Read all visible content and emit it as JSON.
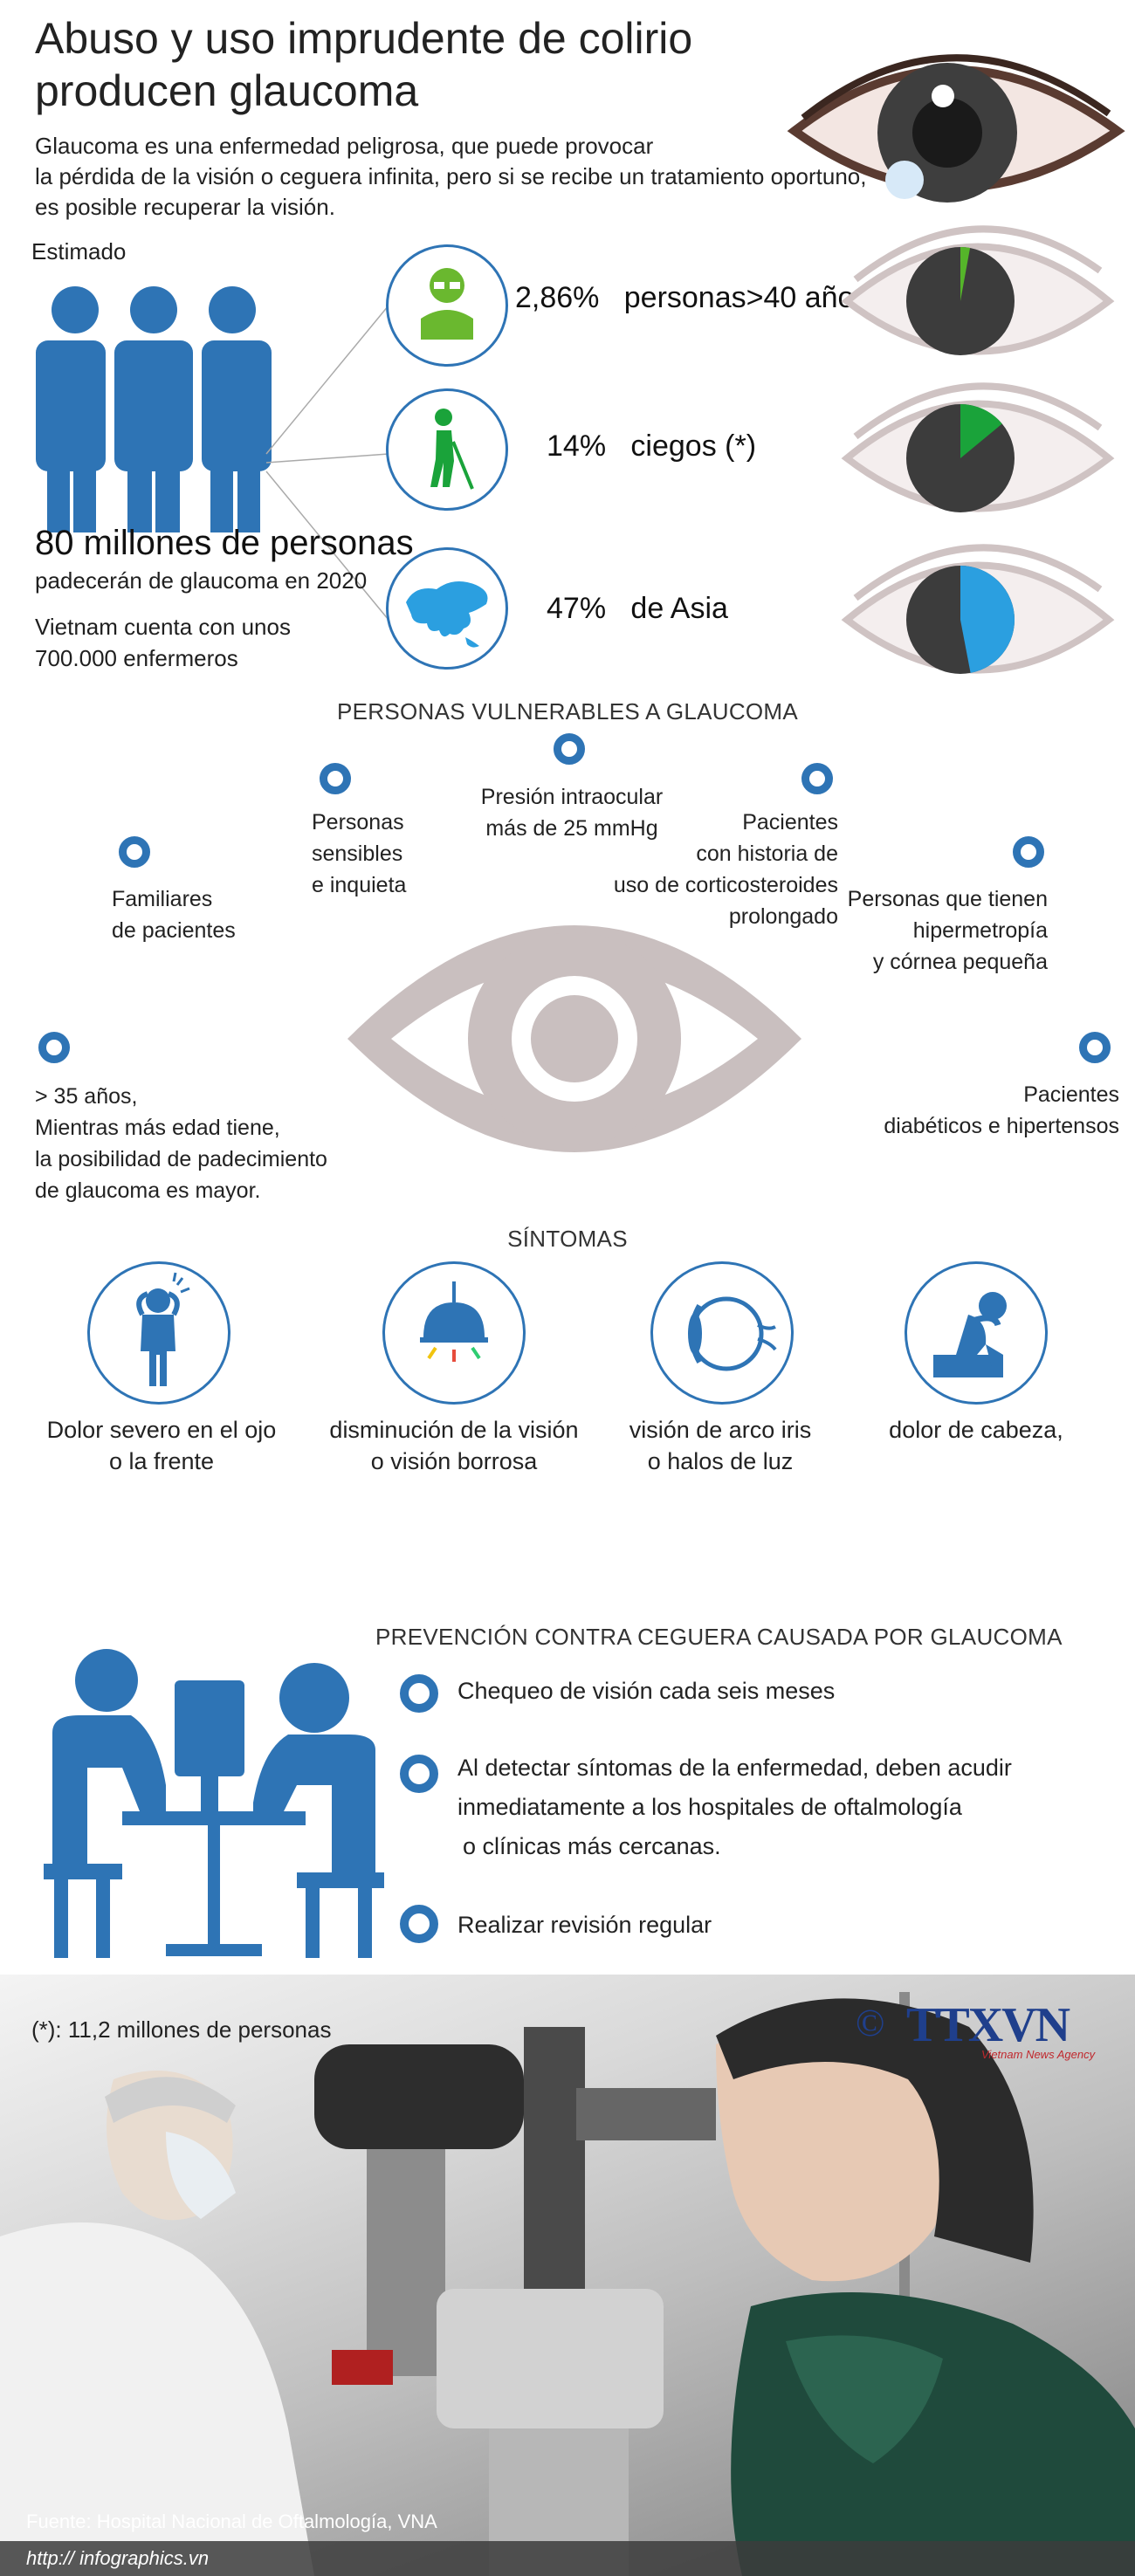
{
  "header": {
    "title_line1": "Abuso y uso imprudente de colirio",
    "title_line2": "producen glaucoma",
    "intro_line1": "Glaucoma es una enfermedad peligrosa, que puede provocar",
    "intro_line2": "la pérdida de la visión o ceguera infinita, pero si se recibe un tratamiento oportuno,",
    "intro_line3": "es posible recuperar la visión."
  },
  "estimate": {
    "label": "Estimado",
    "big_number": "80 millones de personas",
    "big_sub": "padecerán de glaucoma en 2020",
    "vietnam_line1": "Vietnam cuenta con unos",
    "vietnam_line2": "700.000 enfermeros"
  },
  "stats": [
    {
      "value": "2,86%",
      "text": "personas>40 años",
      "fraction": 0.0286,
      "color": "#55b52a"
    },
    {
      "value": "14%",
      "text": "ciegos (*)",
      "fraction": 0.14,
      "color": "#1aa33a"
    },
    {
      "value": "47%",
      "text": "de Asia",
      "fraction": 0.47,
      "color": "#2b9fe0"
    }
  ],
  "vulnerable": {
    "title": "PERSONAS VULNERABLES A GLAUCOMA",
    "items": {
      "pressure_l1": "Presión intraocular",
      "pressure_l2": "más de 25 mmHg",
      "sensitive_l1": "Personas",
      "sensitive_l2": "sensibles",
      "sensitive_l3": "e inquieta",
      "cortico_l1": "Pacientes",
      "cortico_l2": "con historia de",
      "cortico_l3": "uso de corticosteroides",
      "cortico_l4": "prolongado",
      "family_l1": "Familiares",
      "family_l2": "de pacientes",
      "hyper_l1": "Personas que tienen",
      "hyper_l2": "hipermetropía",
      "hyper_l3": "y córnea pequeña",
      "age_l1": "> 35 años,",
      "age_l2": "Mientras más edad tiene,",
      "age_l3": "la posibilidad de padecimiento",
      "age_l4": "de glaucoma es mayor.",
      "diab_l1": "Pacientes",
      "diab_l2": "diabéticos e hipertensos"
    }
  },
  "symptoms": {
    "title": "SÍNTOMAS",
    "items": [
      {
        "l1": "Dolor severo en el ojo",
        "l2": "o la frente"
      },
      {
        "l1": "disminución de la visión",
        "l2": "o visión borrosa"
      },
      {
        "l1": "visión de arco iris",
        "l2": "o halos de luz"
      },
      {
        "l1": "dolor de cabeza,",
        "l2": ""
      }
    ]
  },
  "prevention": {
    "title": "PREVENCIÓN CONTRA CEGUERA CAUSADA POR GLAUCOMA",
    "item1": "Chequeo de visión cada seis meses",
    "item2_l1": "Al detectar síntomas de la enfermedad, deben acudir",
    "item2_l2": "inmediatamente a los hospitales de oftalmología",
    "item2_l3": "o clínicas más cercanas.",
    "item3": "Realizar revisión regular"
  },
  "footer": {
    "note": "(*): 11,2 millones de personas",
    "logo": "TTXVN",
    "logo_copyright": "©",
    "logo_sub": "Vietnam News Agency",
    "source": "Fuente: Hospital Nacional de Oftalmología, VNA",
    "url": "http:// infographics.vn"
  },
  "colors": {
    "accent": "#2e74b5",
    "eye_gray": "#c9bfbf",
    "dark_gray": "#3c3c3c"
  }
}
